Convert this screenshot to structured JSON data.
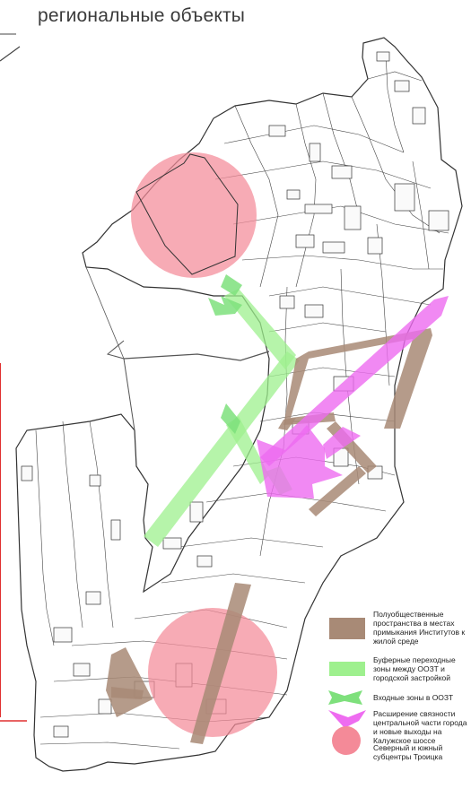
{
  "title": "региональные объекты",
  "legend": [
    {
      "label": "Полуобщественные пространства в местах примыкания Институтов к жилой среде",
      "color": "#a88a76",
      "icon": "brown-bar-swatch"
    },
    {
      "label": "Буферные переходные зоны между ООЗТ и городской застройкой",
      "color": "#9ef08e",
      "icon": "green-bar-swatch"
    },
    {
      "label": "Входные зоны в ООЗТ",
      "color": "#7ee07c",
      "icon": "green-bowtie-swatch"
    },
    {
      "label": "Расширение связности центральной части города и новые выходы на Калужское шоссе",
      "color": "#ee6cf0",
      "icon": "magenta-arrow-swatch"
    },
    {
      "label": "Северный и южный субцентры Троицка",
      "color": "#f48a98",
      "icon": "pink-circle-swatch"
    }
  ],
  "colors": {
    "subcenter": "#f48a98",
    "buffer": "#9ef08e",
    "institute": "#a88a76",
    "connectivity": "#ee6cf0",
    "outline": "#333333",
    "accent_red": "#e03030"
  }
}
